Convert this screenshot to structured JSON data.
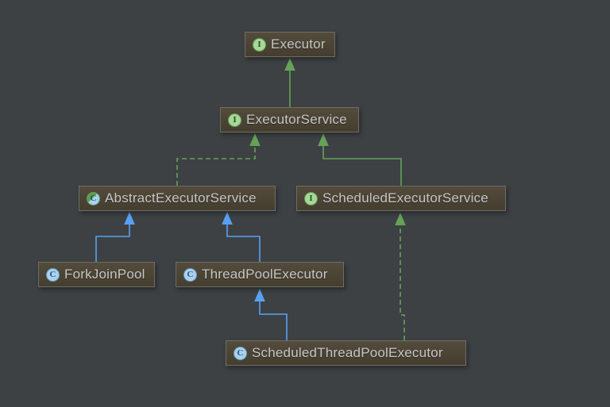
{
  "diagram": {
    "nodes": [
      {
        "id": "executor",
        "label": "Executor",
        "kind": "interface"
      },
      {
        "id": "executor-service",
        "label": "ExecutorService",
        "kind": "interface"
      },
      {
        "id": "abstract-executor-service",
        "label": "AbstractExecutorService",
        "kind": "abstract-class"
      },
      {
        "id": "scheduled-executor-service",
        "label": "ScheduledExecutorService",
        "kind": "interface"
      },
      {
        "id": "fork-join-pool",
        "label": "ForkJoinPool",
        "kind": "class"
      },
      {
        "id": "thread-pool-executor",
        "label": "ThreadPoolExecutor",
        "kind": "class"
      },
      {
        "id": "scheduled-thread-pool-executor",
        "label": "ScheduledThreadPoolExecutor",
        "kind": "class"
      }
    ],
    "edges": [
      {
        "from": "ExecutorService",
        "to": "Executor",
        "relation": "extends",
        "line": "solid",
        "color": "green"
      },
      {
        "from": "AbstractExecutorService",
        "to": "ExecutorService",
        "relation": "implements",
        "line": "dashed",
        "color": "green"
      },
      {
        "from": "ScheduledExecutorService",
        "to": "ExecutorService",
        "relation": "extends",
        "line": "solid",
        "color": "green"
      },
      {
        "from": "ForkJoinPool",
        "to": "AbstractExecutorService",
        "relation": "extends",
        "line": "solid",
        "color": "blue"
      },
      {
        "from": "ThreadPoolExecutor",
        "to": "AbstractExecutorService",
        "relation": "extends",
        "line": "solid",
        "color": "blue"
      },
      {
        "from": "ScheduledThreadPoolExecutor",
        "to": "ThreadPoolExecutor",
        "relation": "extends",
        "line": "solid",
        "color": "blue"
      },
      {
        "from": "ScheduledThreadPoolExecutor",
        "to": "ScheduledExecutorService",
        "relation": "implements",
        "line": "dashed",
        "color": "green"
      }
    ]
  },
  "icons": {
    "interface_letter": "I",
    "class_letter": "C",
    "abstract_class_letter": "C"
  },
  "colors": {
    "background": "#3d4144",
    "node_background": "#4b4435",
    "node_border": "#6f6d64",
    "node_text": "#c6c6c6",
    "arrow_green": "#65a356",
    "arrow_blue": "#58a1f2",
    "interface_icon_fill": "#a6d896",
    "class_icon_fill": "#a9d2ee",
    "abstract_icon_green": "#5f9e44"
  }
}
